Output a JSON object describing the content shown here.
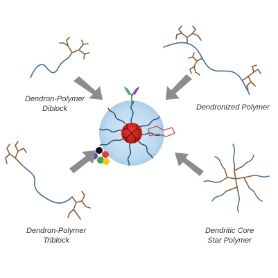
{
  "labels": {
    "diblock": {
      "line1": "Dendron-Polymer",
      "line2": "Diblock"
    },
    "dendronized": {
      "line1": "Dendronized Polymer"
    },
    "triblock": {
      "line1": "Dendron-Polymer",
      "line2": "Triblock"
    },
    "star": {
      "line1": "Dendritic Core",
      "line2": "Star Polymer"
    }
  },
  "colors": {
    "polymer_chain": "#3f6f9c",
    "dendron": "#8a5a35",
    "arrow": "#8c8c8c",
    "nanoparticle_halo": "#bcd9ef",
    "core": "#d0201b",
    "antibody_green": "#3aa64a",
    "antibody_purple": "#7b3fa8",
    "linker": "#c85a5a",
    "cargo_dots": [
      "#111111",
      "#e53935",
      "#7b3fa8",
      "#3aa64a",
      "#f5c518"
    ]
  }
}
